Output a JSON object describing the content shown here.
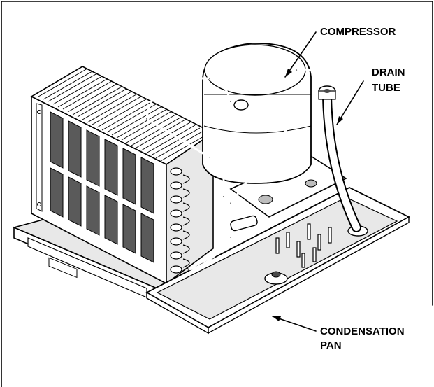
{
  "callouts": {
    "compressor": "COMPRESSOR",
    "drain_tube_line1": "DRAIN",
    "drain_tube_line2": "TUBE",
    "condensation_pan_line1": "CONDENSATION",
    "condensation_pan_line2": "PAN"
  }
}
